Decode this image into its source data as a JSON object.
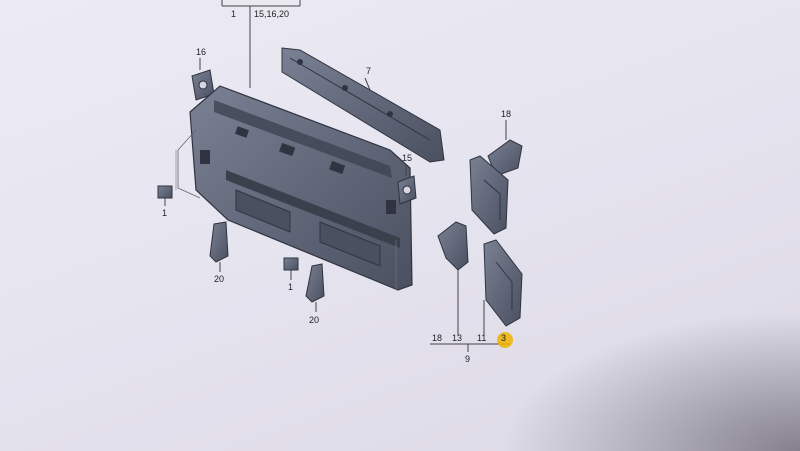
{
  "diagram": {
    "labels": {
      "top_1": "1",
      "top_group": "15,16,20",
      "part_7": "7",
      "part_16": "16",
      "part_15": "15",
      "part_18_top": "18",
      "clip_1_left": "1",
      "clip_1_mid": "1",
      "bracket_20_left": "20",
      "bracket_20_mid": "20",
      "bottom_18": "18",
      "bottom_13": "13",
      "bottom_11": "11",
      "bottom_3": "3",
      "bottom_9": "9"
    },
    "colors": {
      "background": "#e6e4ef",
      "part_fill": "#5b6272",
      "part_dark": "#2f3440",
      "line": "#444444",
      "highlight": "#f0b400"
    }
  }
}
